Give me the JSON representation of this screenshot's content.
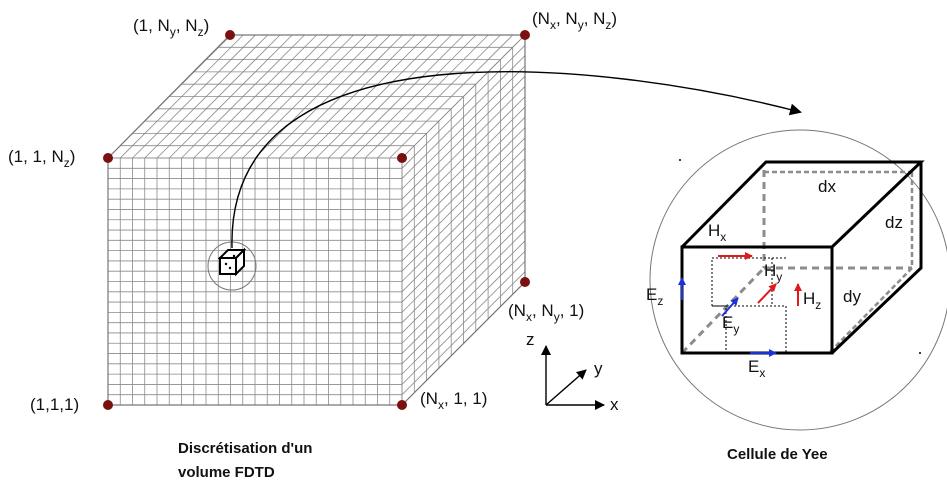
{
  "colors": {
    "grid": "#8a8a8a",
    "edge": "#000000",
    "corner_dot": "#7a1010",
    "e_field": "#1a33d6",
    "h_field": "#e01a1a",
    "dashed": "#8c8c8c"
  },
  "cube_corners": {
    "top_back_left": {
      "main": "(1, N",
      "s1": "y",
      "mid": ", N",
      "s2": "z",
      "end": ")"
    },
    "top_back_right": {
      "pre": "(N",
      "s1": "x",
      "m1": ", N",
      "s2": "y",
      "m2": ", N",
      "s3": "z",
      "end": ")"
    },
    "top_front_left": {
      "main": "(1, 1, N",
      "s1": "z",
      "end": ")"
    },
    "bottom_back_right": {
      "pre": "(N",
      "s1": "x",
      "m1": ", N",
      "s2": "y",
      "end": ", 1)"
    },
    "bottom_front_left": "(1,1,1)",
    "bottom_front_right": {
      "pre": "(N",
      "s1": "x",
      "end": ", 1, 1)"
    }
  },
  "axes": {
    "z": "z",
    "y": "y",
    "x": "x"
  },
  "yee_cell": {
    "dx": "dx",
    "dy": "dy",
    "dz": "dz",
    "Hx": {
      "b": "H",
      "s": "x"
    },
    "Hy": {
      "b": "H",
      "s": "y"
    },
    "Hz": {
      "b": "H",
      "s": "z"
    },
    "Ex": {
      "b": "E",
      "s": "x"
    },
    "Ey": {
      "b": "E",
      "s": "y"
    },
    "Ez": {
      "b": "E",
      "s": "z"
    }
  },
  "captions": {
    "left_line1": "Discrétisation d'un",
    "left_line2": "volume FDTD",
    "right": "Cellule de Yee"
  }
}
